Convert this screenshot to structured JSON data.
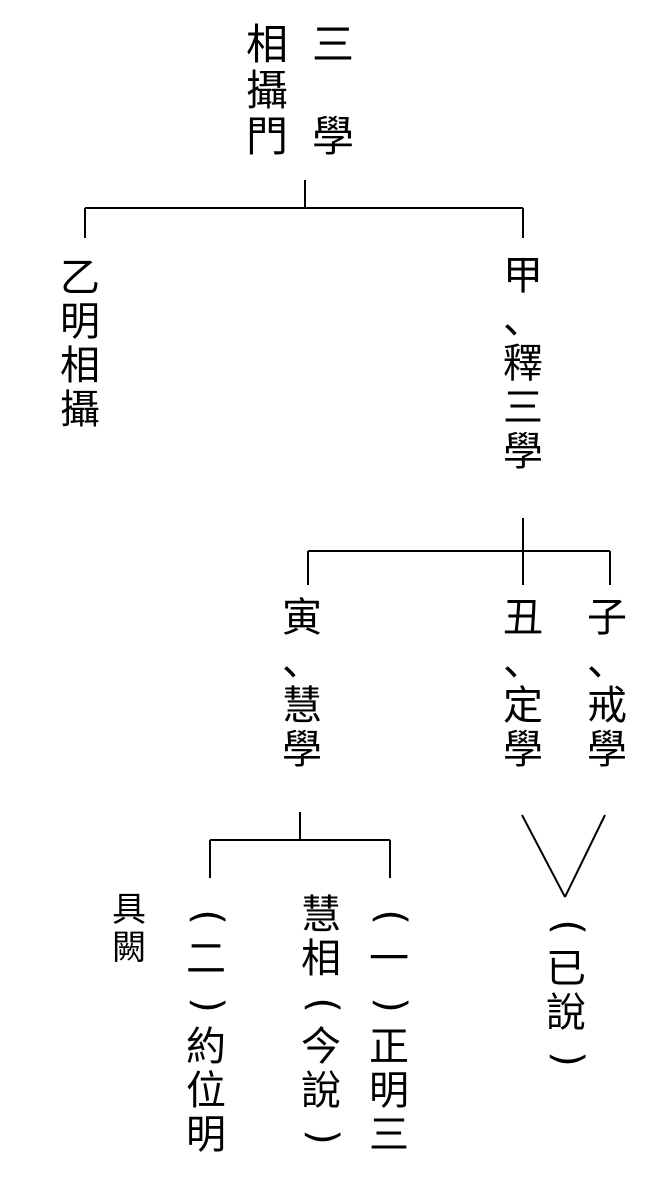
{
  "title": {
    "col1": "相攝門",
    "col2": "三學"
  },
  "branch_a": "甲、釋三學",
  "branch_b": "乙明相攝",
  "sub_zi": "子、戒學",
  "sub_chou": "丑、定學",
  "sub_yin": "寅、慧學",
  "note_said": "(已說)",
  "item1": "(一)正明三",
  "item1b": "慧相(今說)",
  "item2": "(二)約位明",
  "item3": "具闕"
}
